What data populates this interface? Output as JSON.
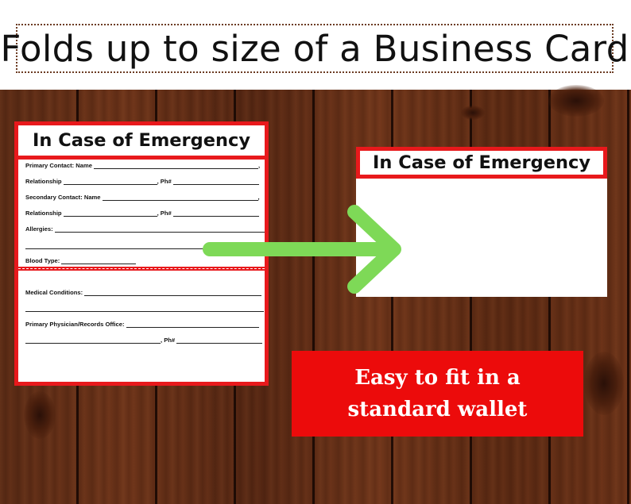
{
  "header": {
    "title": "Folds up to size of a Business Card"
  },
  "left_card": {
    "title": "In Case of Emergency",
    "primary_contact_label": "Primary Contact: Name",
    "relationship_label_1": "Relationship",
    "ph_label_1": ", Ph#",
    "secondary_contact_label": "Secondary Contact: Name",
    "relationship_label_2": "Relationship",
    "ph_label_2": ", Ph#",
    "allergies_label": "Allergies:",
    "blood_type_label": "Blood Type:",
    "medical_conditions_label": "Medical Conditions:",
    "physician_label": "Primary Physician/Records Office:",
    "ph_label_3": ", Ph#",
    "trailing_comma": ","
  },
  "right_card": {
    "title": "In Case of Emergency"
  },
  "badge": {
    "line1": "Easy to fit in a",
    "line2": "standard wallet"
  },
  "colors": {
    "accent_red": "#e8191c",
    "badge_red": "#ec0b0b",
    "arrow_green": "#7ed957",
    "wood": "#5a2a14"
  },
  "icons": {
    "arrow": "right-arrow-icon"
  }
}
